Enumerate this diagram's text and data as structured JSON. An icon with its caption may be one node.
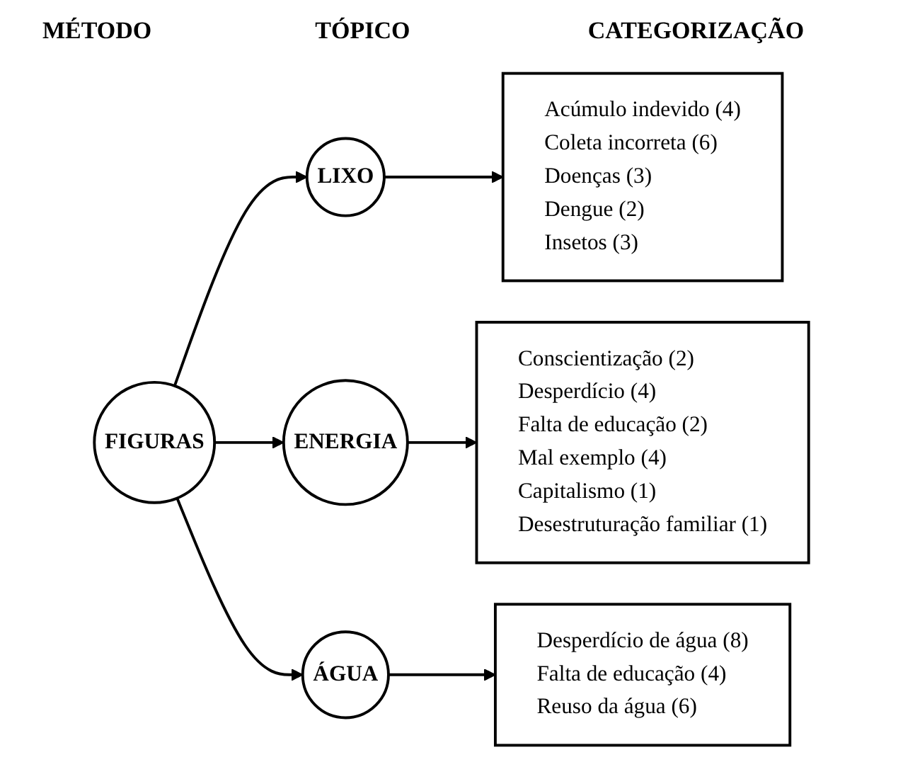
{
  "diagram": {
    "nodes": [
      {
        "text": [
          "FIGURAS"
        ]
      },
      {
        "text": [
          "LIXO"
        ]
      },
      {
        "text": [
          "ENERGIA"
        ]
      },
      {
        "text": [
          "ÁGUA"
        ]
      },
      {
        "text": [
          "Acúmulo indevido (4)",
          "Coleta incorreta (6)",
          "Doenças (3)",
          "Dengue (2)",
          "Insetos (3)"
        ]
      },
      {
        "text": [
          "Conscientização (2)",
          "Desperdício (4)",
          "Falta de educação (2)",
          "Mal exemplo (4)",
          "Capitalismo (1)",
          "Desestruturação familiar (1)"
        ]
      },
      {
        "text": [
          "Desperdício de água (8)",
          "Falta de educação (4)",
          "Reuso da água (6)"
        ]
      }
    ],
    "edges": [
      {
        "from": 0,
        "to": 1,
        "arrow": "to"
      },
      {
        "from": 0,
        "to": 2,
        "arrow": "to"
      },
      {
        "from": 0,
        "to": 3,
        "arrow": "to"
      },
      {
        "from": 1,
        "to": 4,
        "arrow": "to"
      },
      {
        "from": 2,
        "to": 5,
        "arrow": "to"
      },
      {
        "from": 3,
        "to": 6,
        "arrow": "to"
      }
    ],
    "labels": [
      "MÉTODO",
      "TÓPICO",
      "CATEGORIZAÇÃO"
    ]
  }
}
